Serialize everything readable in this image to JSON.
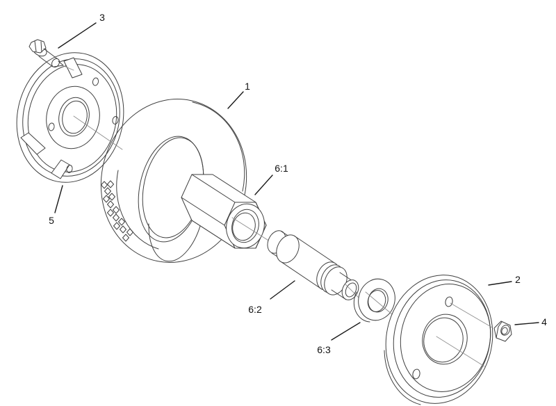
{
  "diagram": {
    "type": "exploded-parts-diagram",
    "subject": "wheel-assembly",
    "background_color": "#ffffff",
    "line_color": "#3f3f3f",
    "label_color": "#111111",
    "callouts": {
      "tire": {
        "label": "1"
      },
      "outer_wheel_half": {
        "label": "2"
      },
      "flange_bolt": {
        "label": "3"
      },
      "hex_nut": {
        "label": "4"
      },
      "inner_wheel_half": {
        "label": "5"
      },
      "hex_bushing": {
        "label": "6:1"
      },
      "spacer": {
        "label": "6:2"
      },
      "washer": {
        "label": "6:3"
      }
    }
  }
}
